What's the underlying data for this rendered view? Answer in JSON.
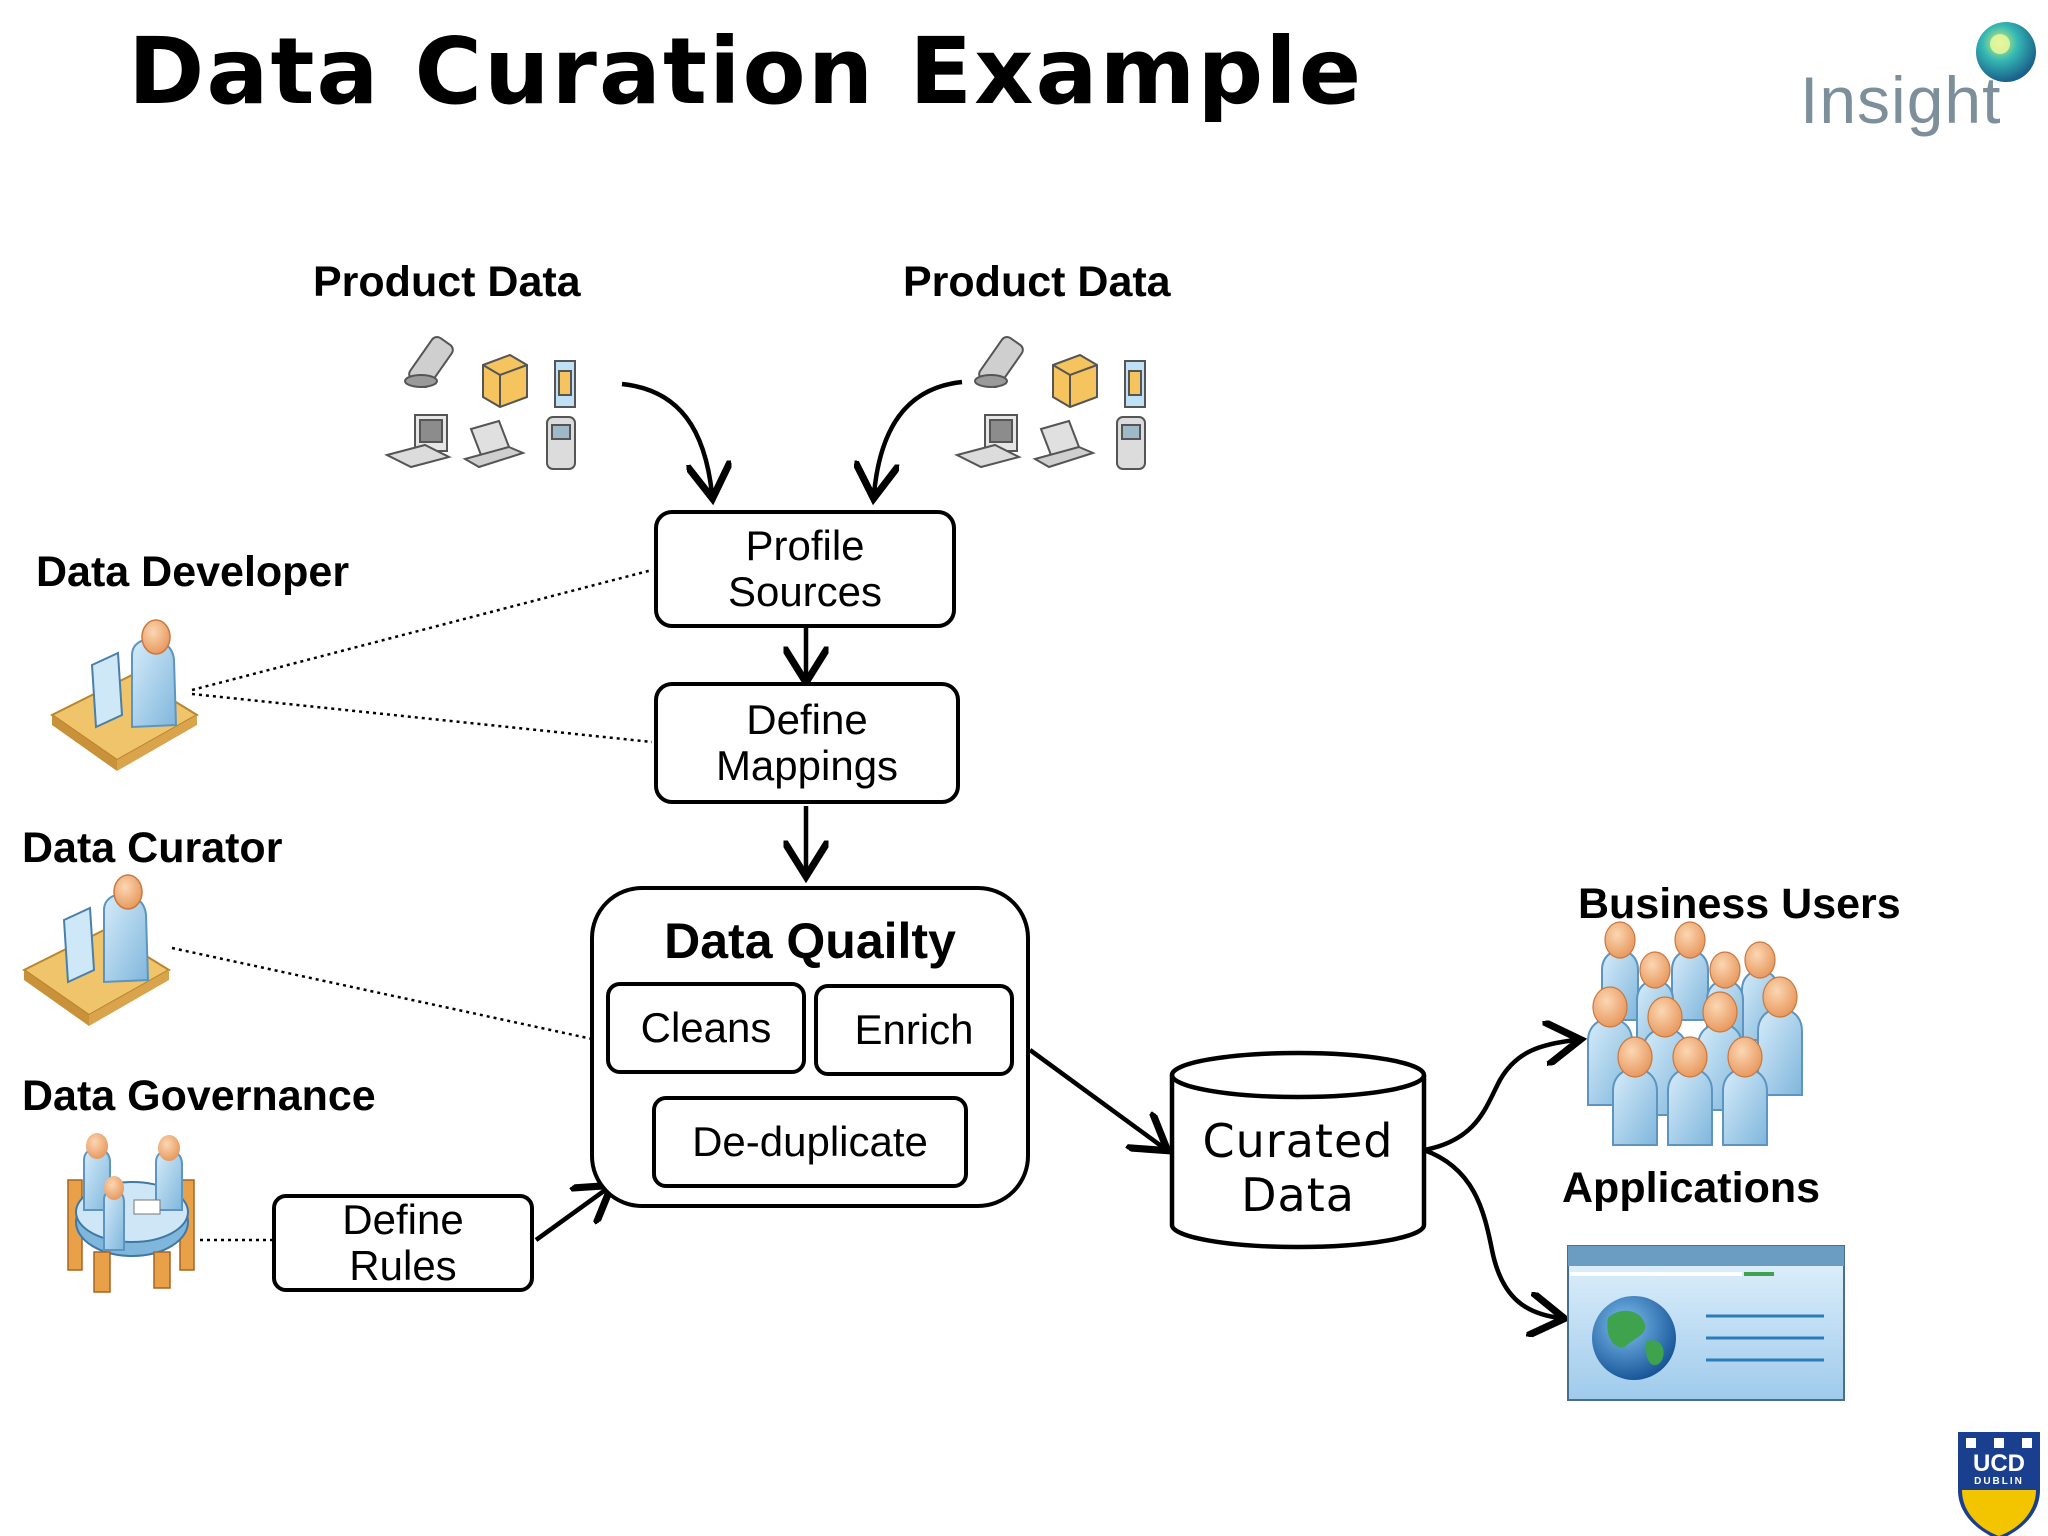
{
  "slide": {
    "title": "Data Curation Example"
  },
  "logos": {
    "insight": "Insight",
    "ucd_top": "UCD",
    "ucd_bottom": "DUBLIN"
  },
  "sources": {
    "left_label": "Product Data",
    "right_label": "Product Data"
  },
  "roles": {
    "developer": "Data Developer",
    "curator": "Data Curator",
    "governance": "Data Governance",
    "business_users": "Business Users",
    "applications": "Applications"
  },
  "process": {
    "profile_sources": [
      "Profile",
      "Sources"
    ],
    "define_mappings": [
      "Define",
      "Mappings"
    ],
    "define_rules": [
      "Define",
      "Rules"
    ],
    "data_quality_title": "Data Quailty",
    "cleans": "Cleans",
    "enrich": "Enrich",
    "deduplicate": "De-duplicate",
    "curated_data": [
      "Curated",
      "Data"
    ]
  },
  "colors": {
    "person_body": "#a9d3ee",
    "person_head": "#f3b27c",
    "desk": "#f0c46a",
    "box_yellow": "#f5c45e",
    "globe_blue": "#1f6fb5",
    "globe_green": "#3fa34d",
    "insight_gray": "#7d8f9b",
    "insight_teal": "#2bb3c0",
    "ucd_blue": "#1b3f8f",
    "ucd_yellow": "#f2c500"
  }
}
